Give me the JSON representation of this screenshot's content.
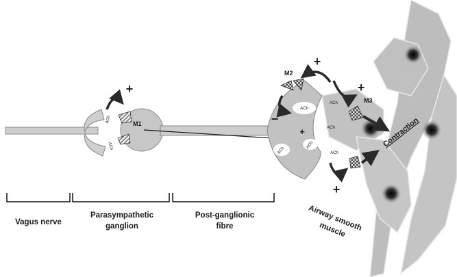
{
  "labels": {
    "vagus_nerve": "Vagus nerve",
    "ganglion_line1": "Parasympathetic",
    "ganglion_line2": "ganglion",
    "postganglionic_line1": "Post-ganglionic",
    "postganglionic_line2": "fibre",
    "airway_line1": "Airway smooth",
    "airway_line2": "muscle",
    "contraction": "Contraction"
  },
  "receptors": {
    "m1": "M1",
    "m2": "M2",
    "m3": "M3"
  },
  "transmitter": "ACh",
  "signs": {
    "plus": "+",
    "minus": "−"
  },
  "colors": {
    "structure": "#c8c8c8",
    "structure_dark": "#a8a8a8",
    "outline": "#7a7a7a",
    "arrow": "#2a2a2a",
    "nucleus": "#111111"
  }
}
